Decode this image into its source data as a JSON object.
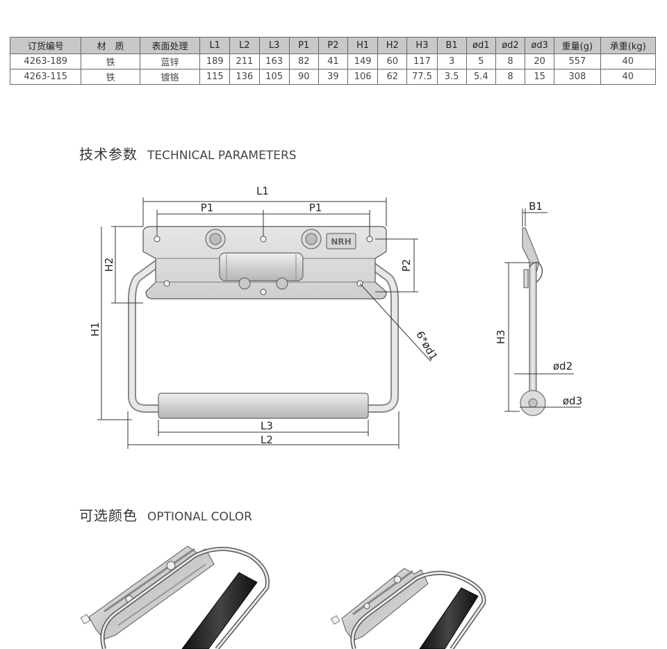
{
  "table": {
    "headers": [
      "订货编号",
      "材　质",
      "表面处理",
      "L1",
      "L2",
      "L3",
      "P1",
      "P2",
      "H1",
      "H2",
      "H3",
      "B1",
      "ød1",
      "ød2",
      "ød3",
      "重量(g)",
      "承重(kg)"
    ],
    "rows": [
      [
        "4263-189",
        "铁",
        "蓝锌",
        "189",
        "211",
        "163",
        "82",
        "41",
        "149",
        "60",
        "117",
        "3",
        "5",
        "8",
        "20",
        "557",
        "40"
      ],
      [
        "4263-115",
        "铁",
        "镀铬",
        "115",
        "136",
        "105",
        "90",
        "39",
        "106",
        "62",
        "77.5",
        "3.5",
        "5.4",
        "8",
        "15",
        "308",
        "40"
      ]
    ]
  },
  "technical": {
    "title_zh": "技术参数",
    "title_en": "TECHNICAL PARAMETERS",
    "labels": {
      "L1": "L1",
      "P1_left": "P1",
      "P1_right": "P1",
      "H1": "H1",
      "H2": "H2",
      "P2": "P2",
      "L3": "L3",
      "L2": "L2",
      "holes": "6*ød1",
      "B1": "B1",
      "H3": "H3",
      "d2": "ød2",
      "d3": "ød3"
    },
    "brand_mark": "NRH"
  },
  "optional_color": {
    "title_zh": "可选颜色",
    "title_en": "OPTIONAL COLOR"
  }
}
